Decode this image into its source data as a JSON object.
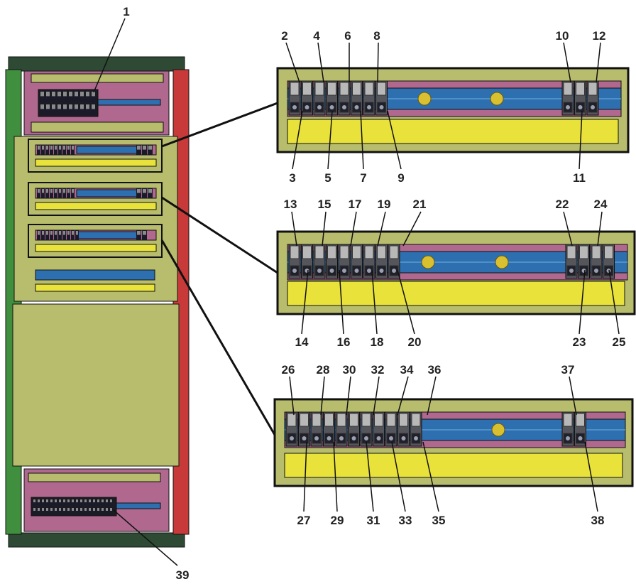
{
  "colors": {
    "panel": "#b8bd6e",
    "panel_dark": "#8f944a",
    "frame_green": "#3f8f3f",
    "frame_red": "#c83a3a",
    "frame_top": "#2e4a34",
    "pink": "#b0688e",
    "rail": "#2e6fb0",
    "terminal": "#8a8a8a",
    "terminal_dark": "#1a1a2a",
    "yellow": "#e8e23a",
    "line": "#111111"
  },
  "labels": {
    "cabinet_top": "1",
    "cabinet_bottom": "39",
    "detail_1_top": [
      "2",
      "4",
      "6",
      "8",
      "10",
      "12"
    ],
    "detail_1_bottom": [
      "3",
      "5",
      "7",
      "9",
      "11"
    ],
    "detail_2_top": [
      "13",
      "15",
      "17",
      "19",
      "21",
      "22",
      "24"
    ],
    "detail_2_bottom": [
      "14",
      "16",
      "18",
      "20",
      "23",
      "25"
    ],
    "detail_3_top": [
      "26",
      "28",
      "30",
      "32",
      "34",
      "36",
      "37"
    ],
    "detail_3_bottom": [
      "27",
      "29",
      "31",
      "33",
      "35",
      "38"
    ]
  }
}
